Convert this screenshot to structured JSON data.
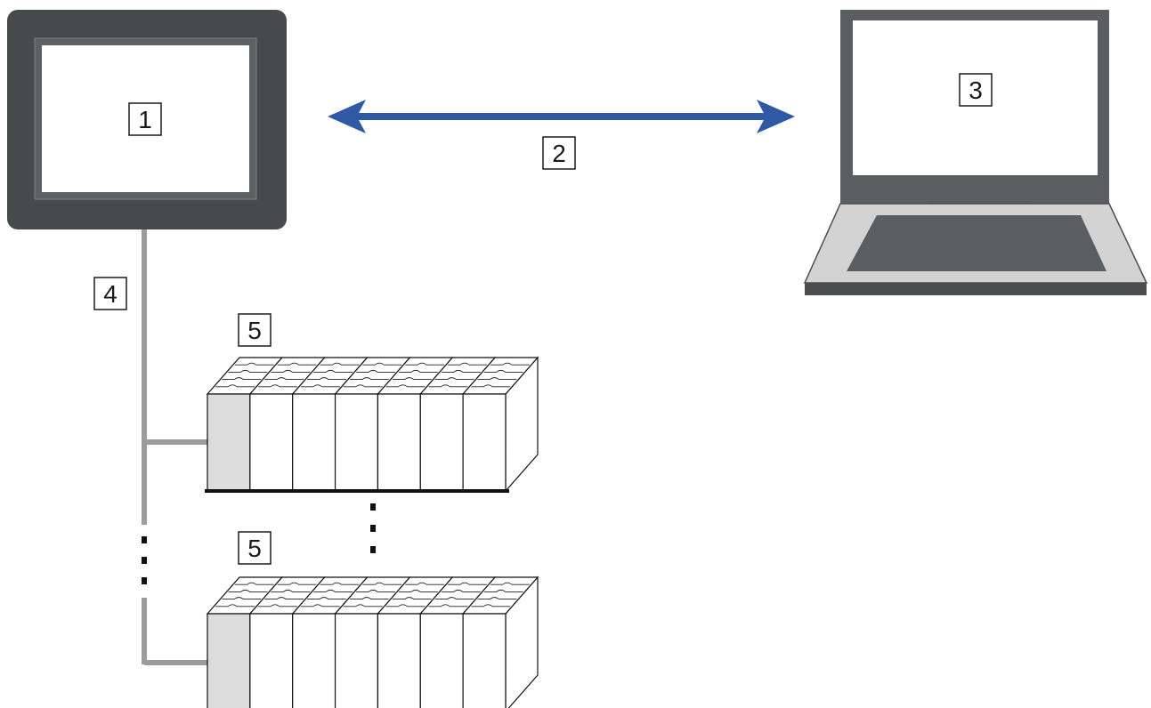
{
  "diagram": {
    "callouts": {
      "hmi_panel": "1",
      "connection": "2",
      "laptop": "3",
      "bus_line": "4",
      "rack_top": "5",
      "rack_bottom": "5"
    },
    "rack_slot_count": 7
  },
  "colors": {
    "hmi_bezel": "#474a4b",
    "laptop_body": "#5a5e60",
    "laptop_deck": "#d3d3d3",
    "arrow": "#2f5aa3",
    "bus": "#9b9b9b",
    "rack_first_module": "#dcdcdc",
    "rack_module": "#ffffff"
  }
}
